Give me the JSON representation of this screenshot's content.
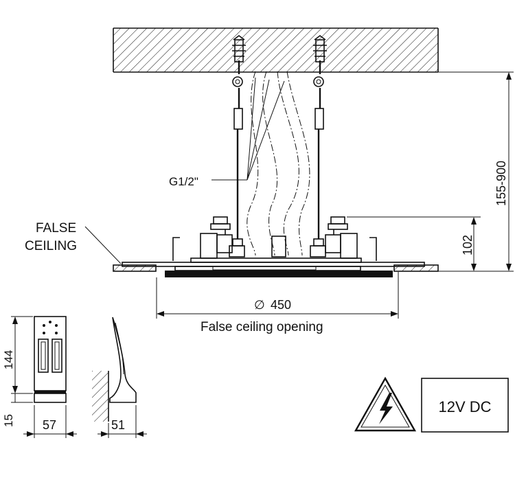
{
  "labels": {
    "false_ceiling_line1": "FALSE",
    "false_ceiling_line2": "CEILING",
    "pipe_thread": "G1/2\"",
    "diameter_symbol": "∅",
    "diameter_value": "450",
    "opening_caption": "False ceiling opening",
    "height_range": "155-900",
    "unit_height": "102",
    "control_height": "144",
    "control_base": "15",
    "control_width": "57",
    "control_depth": "51",
    "voltage": "12V DC"
  },
  "icons": {
    "hazard": "electrical-hazard-icon"
  }
}
